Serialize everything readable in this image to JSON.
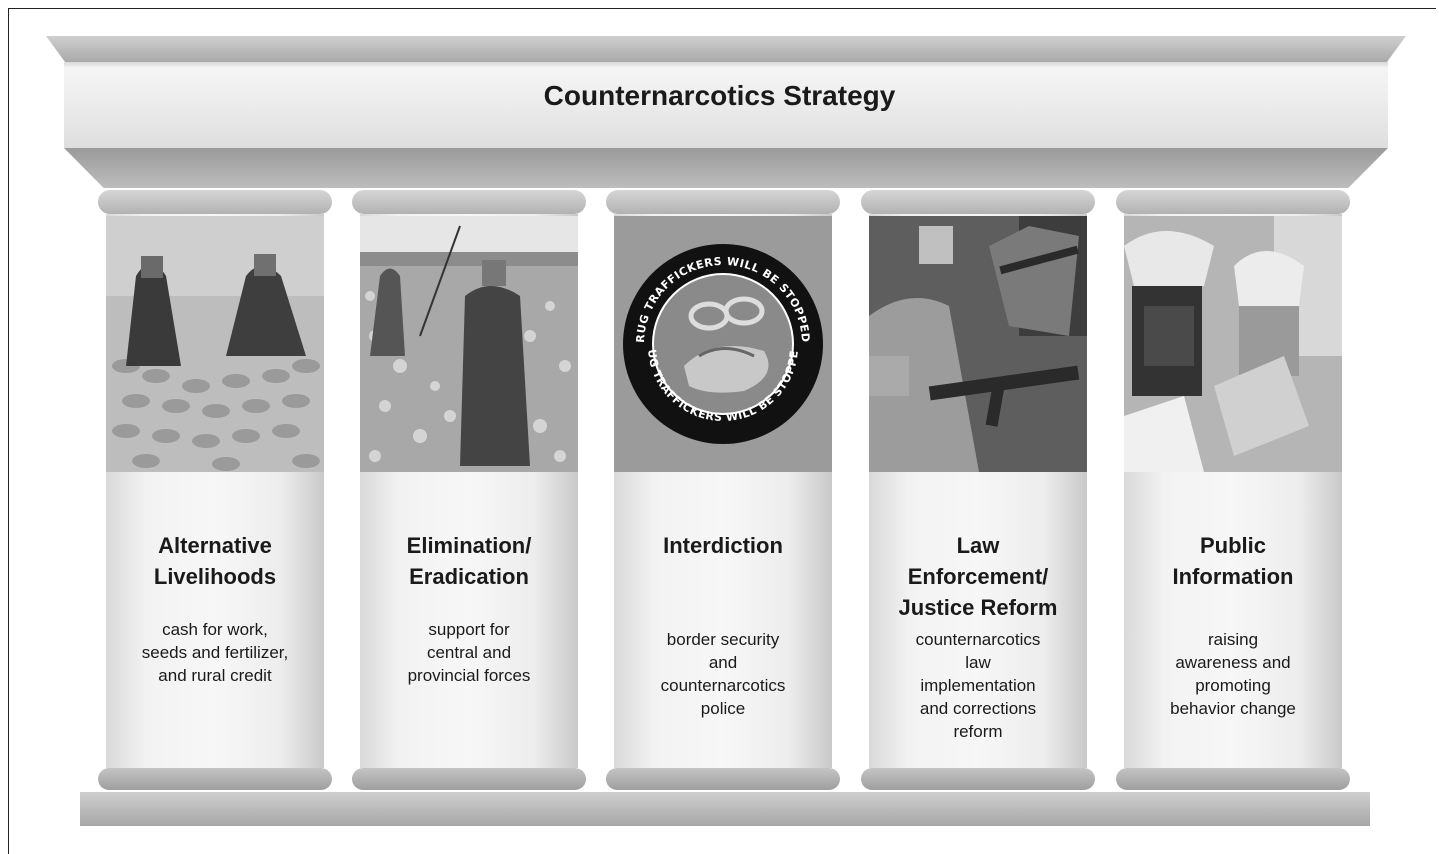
{
  "title": "Counternarcotics Strategy",
  "pillars": [
    {
      "title": "Alternative\nLivelihoods",
      "description": "cash for work,\nseeds and fertilizer,\nand rural credit",
      "photo_icon": "farmers-harvest-photo"
    },
    {
      "title": "Elimination/\nEradication",
      "description": "support for\ncentral and\nprovincial forces",
      "photo_icon": "poppy-field-photo"
    },
    {
      "title": "Interdiction",
      "description": "border security\nand\ncounternarcotics\npolice",
      "photo_icon": "handcuffs-seal-icon"
    },
    {
      "title": "Law\nEnforcement/\nJustice Reform",
      "description": "counternarcotics\nlaw\nimplementation\nand corrections\nreform",
      "photo_icon": "rifle-training-photo"
    },
    {
      "title": "Public\nInformation",
      "description": "raising\nawareness and\npromoting\nbehavior change",
      "photo_icon": "people-reading-photo"
    }
  ],
  "seal": {
    "text_top": "DRUG TRAFFICKERS WILL BE STOPPED !",
    "text_bottom": "DRUG TRAFFICKERS WILL BE STOPPED !"
  }
}
